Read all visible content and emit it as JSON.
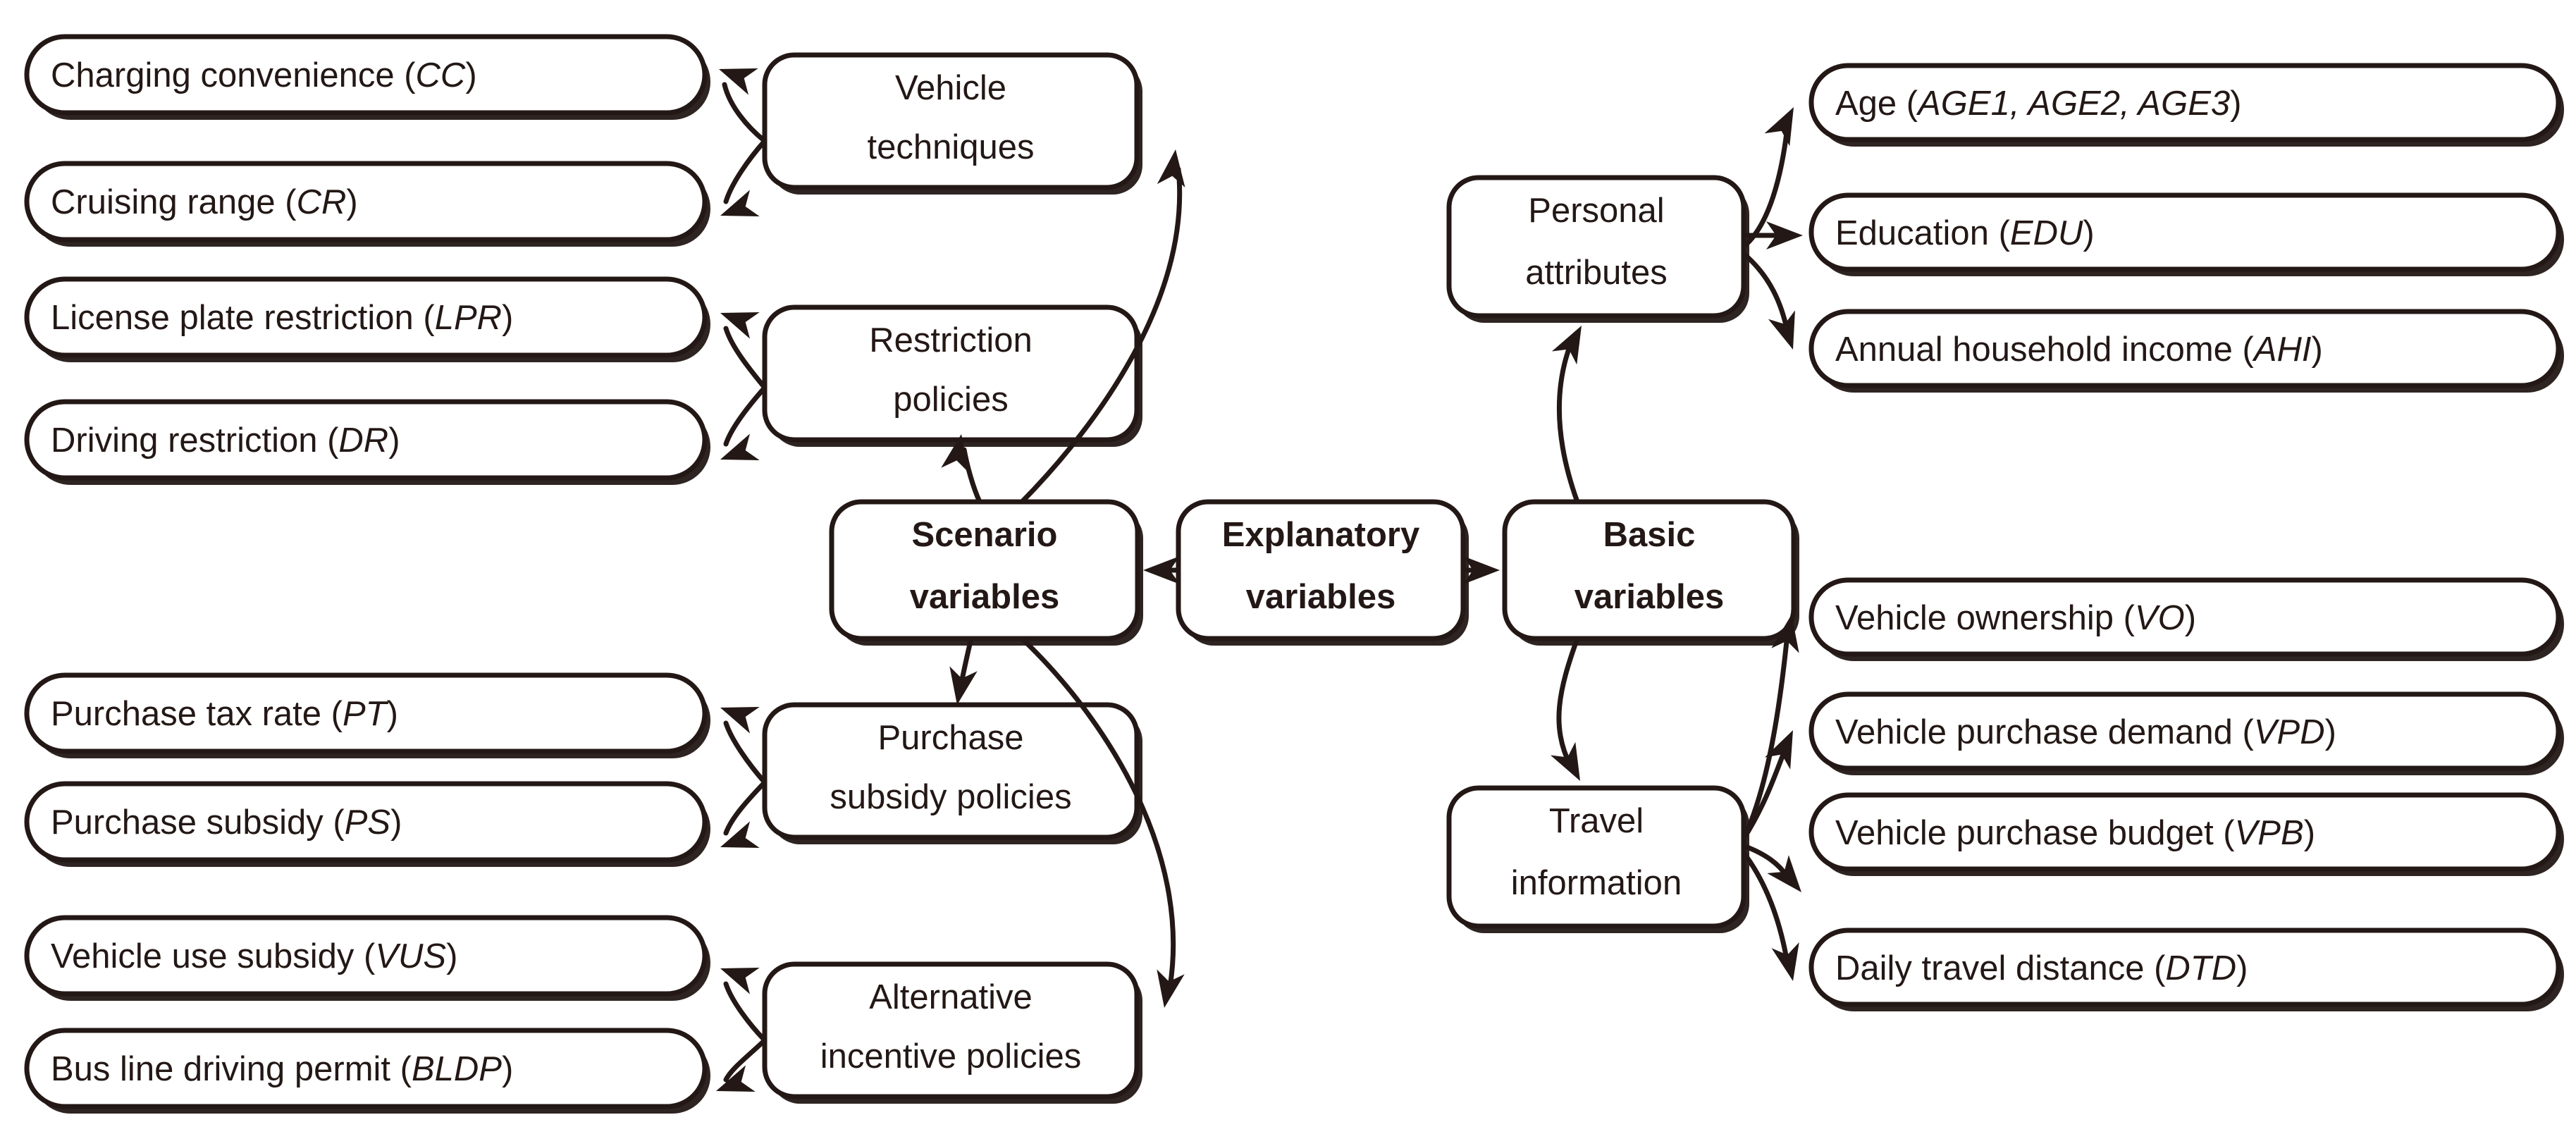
{
  "diagram": {
    "title": "Explanatory variables hierarchy",
    "type": "tree-diagram",
    "colors": {
      "stroke": "#231815",
      "fill": "#ffffff",
      "background": "#ffffff"
    },
    "root": {
      "id": "explanatory-variables",
      "label": "Explanatory variables",
      "line1": "Explanatory",
      "line2": "variables",
      "bold": true
    },
    "branches": [
      {
        "id": "scenario-variables",
        "label": "Scenario variables",
        "line1": "Scenario",
        "line2": "variables",
        "bold": true
      },
      {
        "id": "basic-variables",
        "label": "Basic variables",
        "line1": "Basic",
        "line2": "variables",
        "bold": true
      }
    ],
    "groups": [
      {
        "id": "vehicle-techniques",
        "parent": "scenario-variables",
        "label": "Vehicle techniques",
        "line1": "Vehicle",
        "line2": "techniques",
        "bold": false
      },
      {
        "id": "restriction-policies",
        "parent": "scenario-variables",
        "label": "Restriction policies",
        "line1": "Restriction",
        "line2": "policies",
        "bold": false
      },
      {
        "id": "purchase-subsidy-policies",
        "parent": "scenario-variables",
        "label": "Purchase subsidy policies",
        "line1": "Purchase",
        "line2": "subsidy policies",
        "bold": false
      },
      {
        "id": "alternative-incentive-policies",
        "parent": "scenario-variables",
        "label": "Alternative incentive policies",
        "line1": "Alternative",
        "line2": "incentive policies",
        "bold": false
      },
      {
        "id": "personal-attributes",
        "parent": "basic-variables",
        "label": "Personal attributes",
        "line1": "Personal",
        "line2": "attributes",
        "bold": false
      },
      {
        "id": "travel-information",
        "parent": "basic-variables",
        "label": "Travel information",
        "line1": "Travel",
        "line2": "information",
        "bold": false
      }
    ],
    "leaves": [
      {
        "id": "charging-convenience",
        "parent": "vehicle-techniques",
        "name": "Charging convenience",
        "abbr": "CC",
        "label": "Charging convenience (CC)"
      },
      {
        "id": "cruising-range",
        "parent": "vehicle-techniques",
        "name": "Cruising range",
        "abbr": "CR",
        "label": "Cruising range (CR)"
      },
      {
        "id": "license-plate-restriction",
        "parent": "restriction-policies",
        "name": "License plate restriction",
        "abbr": "LPR",
        "label": "License plate restriction (LPR)"
      },
      {
        "id": "driving-restriction",
        "parent": "restriction-policies",
        "name": "Driving restriction",
        "abbr": "DR",
        "label": "Driving restriction (DR)"
      },
      {
        "id": "purchase-tax-rate",
        "parent": "purchase-subsidy-policies",
        "name": "Purchase tax rate",
        "abbr": "PT",
        "label": "Purchase tax rate (PT)"
      },
      {
        "id": "purchase-subsidy",
        "parent": "purchase-subsidy-policies",
        "name": "Purchase subsidy",
        "abbr": "PS",
        "label": "Purchase subsidy (PS)"
      },
      {
        "id": "vehicle-use-subsidy",
        "parent": "alternative-incentive-policies",
        "name": "Vehicle use subsidy",
        "abbr": "VUS",
        "label": "Vehicle use subsidy (VUS)"
      },
      {
        "id": "bus-line-driving-permit",
        "parent": "alternative-incentive-policies",
        "name": "Bus line driving permit",
        "abbr": "BLDP",
        "label": "Bus line driving permit (BLDP)"
      },
      {
        "id": "age",
        "parent": "personal-attributes",
        "name": "Age",
        "abbr": "AGE1, AGE2, AGE3",
        "label": "Age (AGE1, AGE2, AGE3)"
      },
      {
        "id": "education",
        "parent": "personal-attributes",
        "name": "Education",
        "abbr": "EDU",
        "label": "Education (EDU)"
      },
      {
        "id": "annual-household-income",
        "parent": "personal-attributes",
        "name": "Annual household income",
        "abbr": "AHI",
        "label": "Annual household income (AHI)"
      },
      {
        "id": "vehicle-ownership",
        "parent": "travel-information",
        "name": "Vehicle ownership",
        "abbr": "VO",
        "label": "Vehicle ownership (VO)"
      },
      {
        "id": "vehicle-purchase-demand",
        "parent": "travel-information",
        "name": "Vehicle purchase demand",
        "abbr": "VPD",
        "label": "Vehicle purchase demand (VPD)"
      },
      {
        "id": "vehicle-purchase-budget",
        "parent": "travel-information",
        "name": "Vehicle purchase budget",
        "abbr": "VPB",
        "label": "Vehicle purchase budget (VPB)"
      },
      {
        "id": "daily-travel-distance",
        "parent": "travel-information",
        "name": "Daily travel distance",
        "abbr": "DTD",
        "label": "Daily travel distance (DTD)"
      }
    ]
  }
}
